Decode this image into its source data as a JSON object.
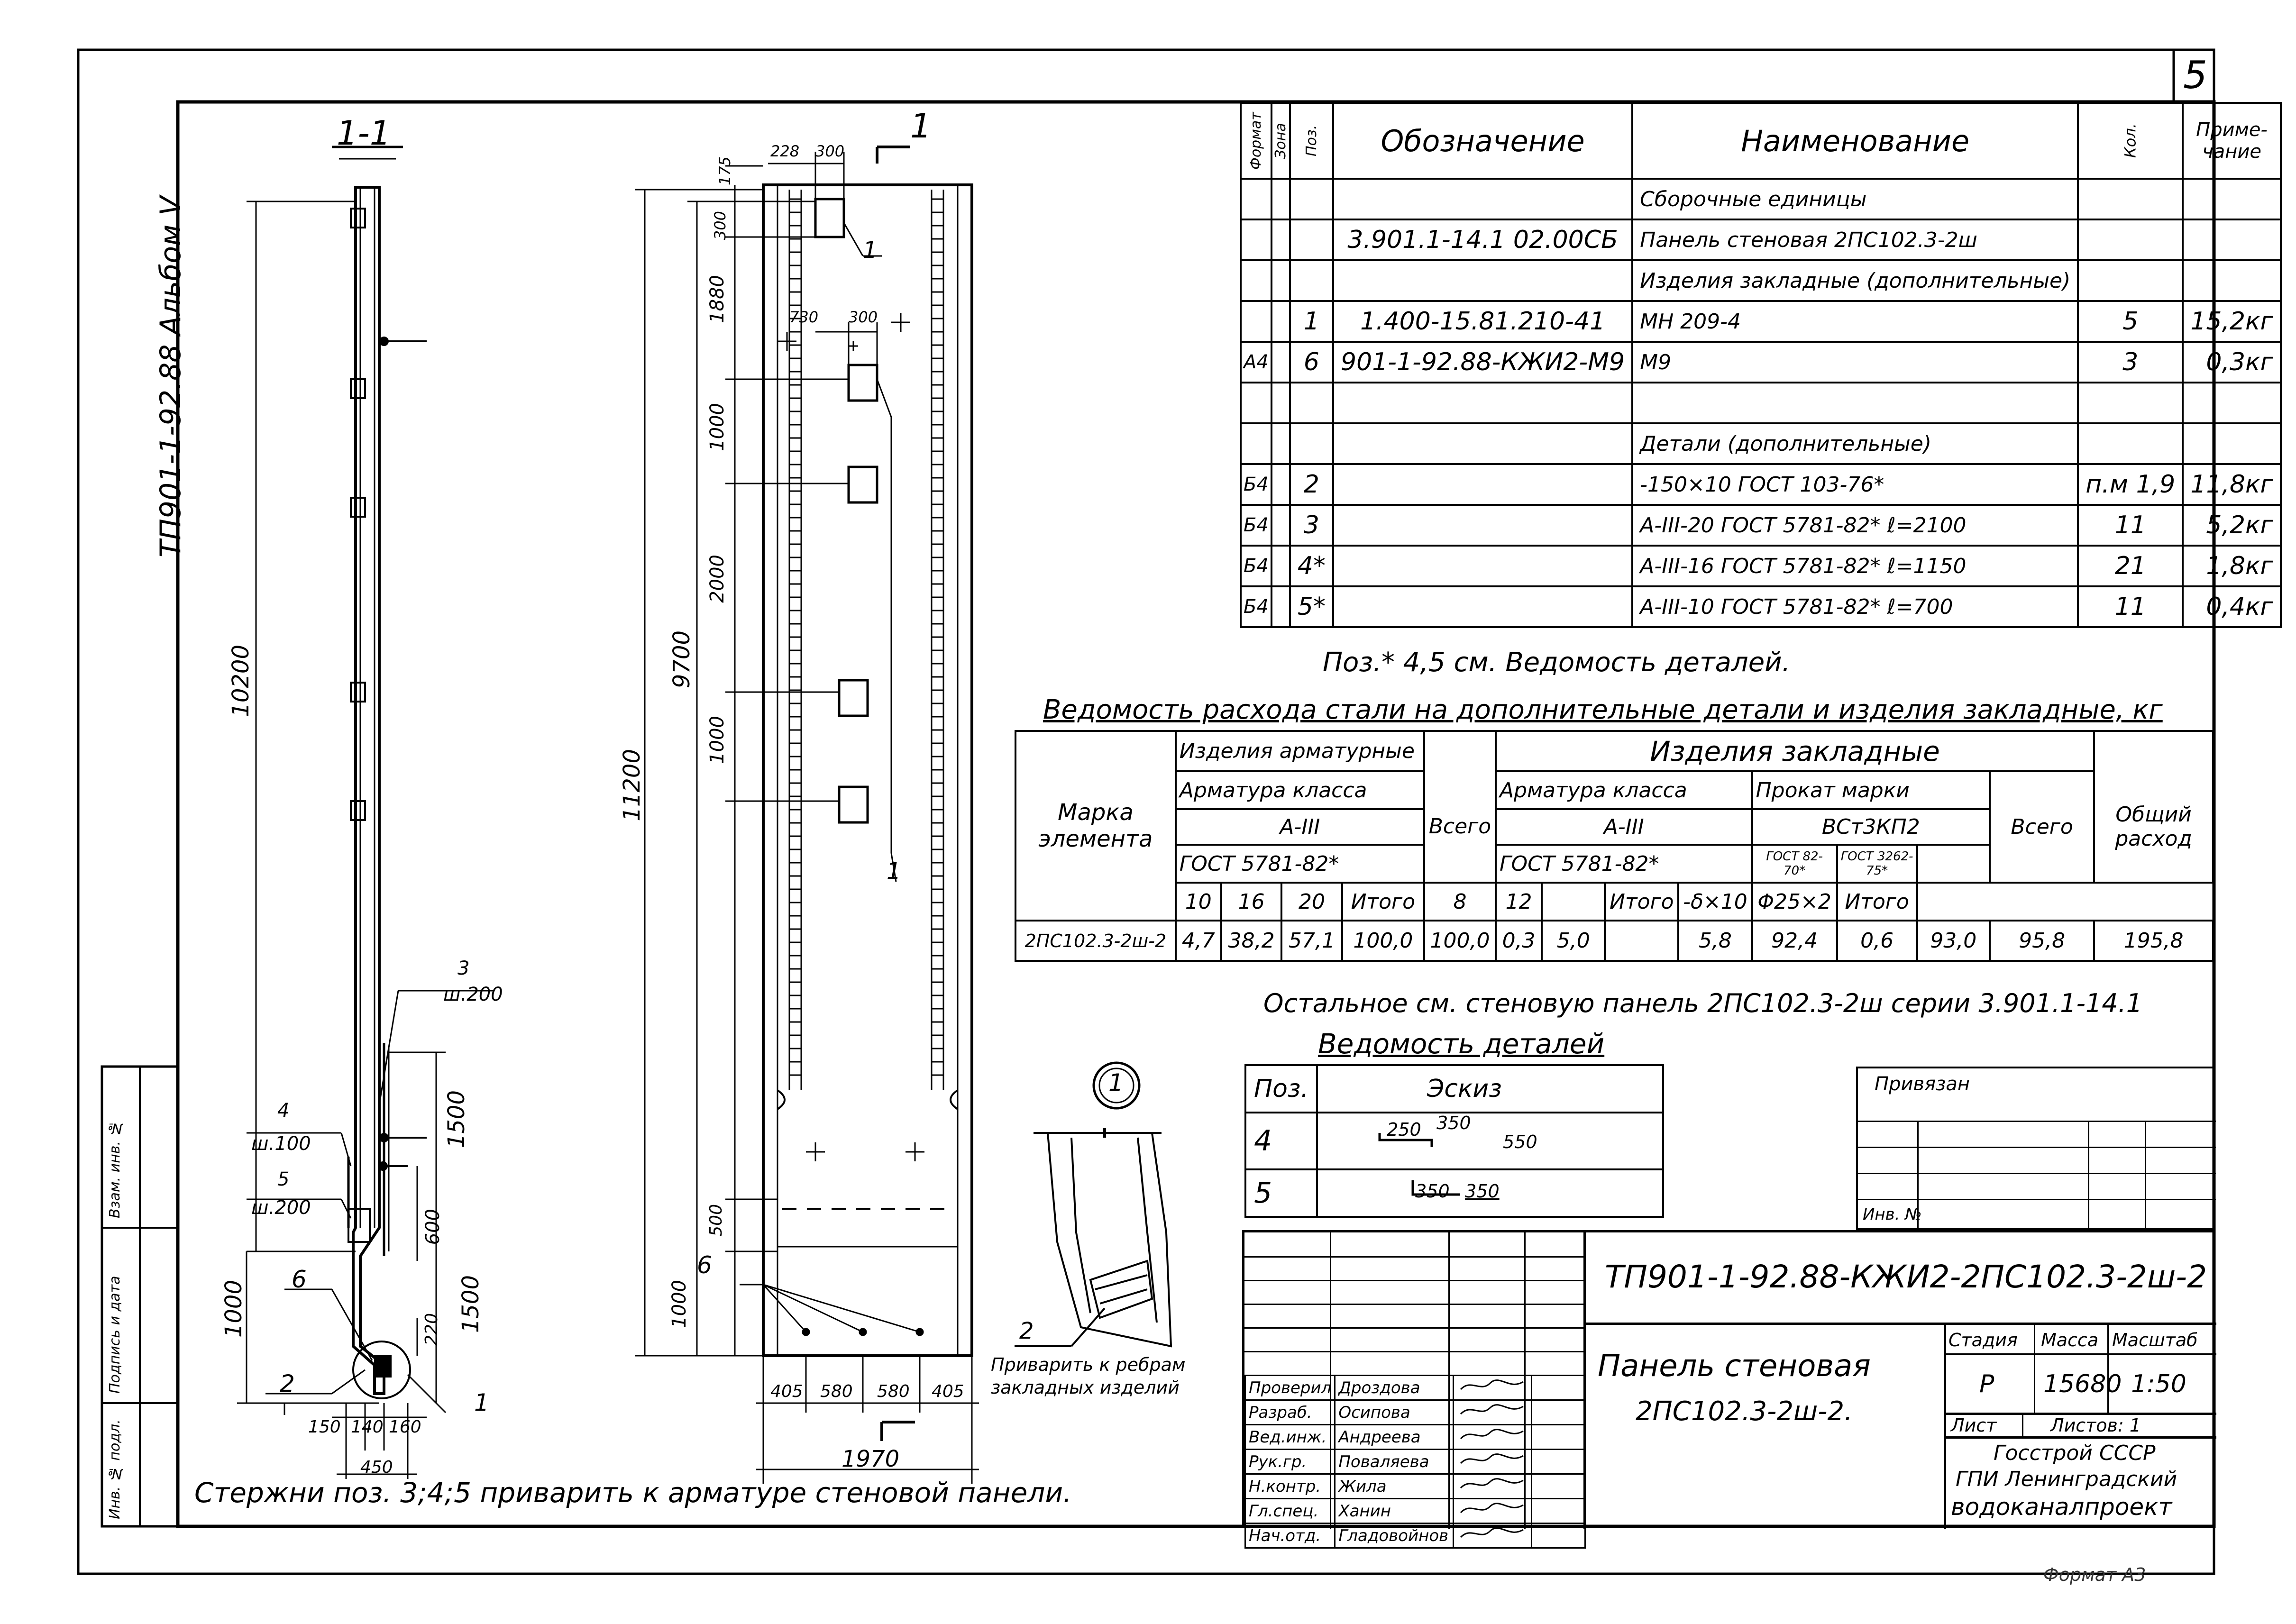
{
  "page_number": "5",
  "album_code": "ТП901-1-92.88 Альбом V",
  "section_label": "1-1",
  "callout": "1",
  "left_strip": [
    "Инв. № подл.",
    "Подпись и дата",
    "Взам. инв. №"
  ],
  "dimensions": {
    "section": [
      "10200",
      "1000",
      "1500",
      "600",
      "1500",
      "220",
      "150",
      "140",
      "160",
      "450"
    ],
    "section_marks": [
      {
        "pos": "3",
        "step": "ш.200"
      },
      {
        "pos": "4",
        "step": "ш.100"
      },
      {
        "pos": "5",
        "step": "ш.200"
      },
      {
        "pos": "6",
        "step": ""
      },
      {
        "pos": "2",
        "step": ""
      },
      {
        "pos": "1",
        "step": ""
      }
    ],
    "elevation": [
      "11200",
      "9700",
      "1880",
      "1000",
      "2000",
      "1000",
      "500",
      "1000",
      "175",
      "300",
      "228",
      "300",
      "730",
      "300",
      "405",
      "580",
      "580",
      "405",
      "1970"
    ],
    "elevation_marks": [
      "1",
      "1",
      "6",
      "1"
    ]
  },
  "node_note": "Приварить к ребрам закладных изделий",
  "node_mark": "2",
  "bottom_note": "Стержни поз. 3;4;5 приварить к арматуре стеновой панели.",
  "spec": {
    "headers": [
      "Формат",
      "Зона",
      "Поз.",
      "Обозначение",
      "Наименование",
      "Кол.",
      "Приме- чание"
    ],
    "rows": [
      [
        "",
        "",
        "",
        "",
        "Сборочные единицы",
        "",
        ""
      ],
      [
        "",
        "",
        "",
        "3.901.1-14.1 02.00СБ",
        "Панель стеновая 2ПС102.3-2ш",
        "",
        ""
      ],
      [
        "",
        "",
        "",
        "",
        "Изделия закладные (дополнительные)",
        "",
        ""
      ],
      [
        "",
        "",
        "1",
        "1.400-15.81.210-41",
        "МН 209-4",
        "5",
        "15,2кг"
      ],
      [
        "А4",
        "",
        "6",
        "901-1-92.88-КЖИ2-М9",
        "М9",
        "3",
        "0,3кг"
      ],
      [
        "",
        "",
        "",
        "",
        "",
        "",
        ""
      ],
      [
        "",
        "",
        "",
        "",
        "Детали (дополнительные)",
        "",
        ""
      ],
      [
        "Б4",
        "",
        "2",
        "",
        "-150×10 ГОСТ 103-76*",
        "п.м 1,9",
        "11,8кг"
      ],
      [
        "Б4",
        "",
        "3",
        "",
        "А-III-20 ГОСТ 5781-82* ℓ=2100",
        "11",
        "5,2кг"
      ],
      [
        "Б4",
        "",
        "4*",
        "",
        "А-III-16 ГОСТ 5781-82* ℓ=1150",
        "21",
        "1,8кг"
      ],
      [
        "Б4",
        "",
        "5*",
        "",
        "А-III-10 ГОСТ 5781-82* ℓ=700",
        "11",
        "0,4кг"
      ]
    ],
    "footnote": "Поз.* 4,5 см. Ведомость деталей."
  },
  "consumption": {
    "title": "Ведомость расхода стали на дополнительные детали и изделия закладные, кг",
    "h_mark": "Марка элемента",
    "h_arm_items": "Изделия арматурные",
    "h_emb_items": "Изделия закладные",
    "h_arm_class": "Арматура класса",
    "h_a3": "А-III",
    "h_gost": "ГОСТ 5781-82*",
    "h_rolled": "Прокат марки",
    "h_steel": "ВСт3КП2",
    "h_gost103": "ГОСТ 82-70*",
    "h_gost3262": "ГОСТ 3262-75*",
    "h_total": "Всего",
    "h_overall": "Общий расход",
    "subcols_arm": [
      "10",
      "16",
      "20",
      "Итого"
    ],
    "subcols_emb_arm": [
      "8",
      "12",
      "",
      "Итого"
    ],
    "subcols_rolled": [
      "-δ×10",
      "Φ25×2",
      "Итого"
    ],
    "row": [
      "2ПС102.3-2ш-2",
      "4,7",
      "38,2",
      "57,1",
      "100,0",
      "100,0",
      "0,3",
      "5,0",
      "",
      "5,8",
      "92,4",
      "0,6",
      "93,0",
      "95,8",
      "195,8"
    ]
  },
  "rest_note": "Остальное см. стеновую панель 2ПС102.3-2ш серии 3.901.1-14.1",
  "details": {
    "title": "Ведомость деталей",
    "headers": [
      "Поз.",
      "Эскиз"
    ],
    "rows": [
      {
        "pos": "4",
        "a": "250",
        "b": "350",
        "c": "550"
      },
      {
        "pos": "5",
        "a": "350",
        "b": "350",
        "c": ""
      }
    ]
  },
  "privyazan": {
    "label": "Привязан",
    "inv": "Инв. №"
  },
  "title_block": {
    "code": "ТП901-1-92.88-КЖИ2-2ПС102.3-2ш-2",
    "name_line1": "Панель стеновая",
    "name_line2": "2ПС102.3-2ш-2.",
    "stage_label": "Стадия",
    "mass_label": "Масса",
    "scale_label": "Масштаб",
    "stage": "Р",
    "mass": "15680",
    "scale": "1:50",
    "sheet_label": "Лист",
    "sheets_label": "Листов: 1",
    "org1": "Госстрой СССР",
    "org2": "ГПИ Ленинградский",
    "org3": "водоканалпроект",
    "people": [
      [
        "Проверил",
        "Дроздова"
      ],
      [
        "Разраб.",
        "Осипова"
      ],
      [
        "Вед.инж.",
        "Андреева"
      ],
      [
        "Рук.гр.",
        "Поваляева"
      ],
      [
        "Н.контр.",
        "Жила"
      ],
      [
        "Гл.спец.",
        "Ханин"
      ],
      [
        "Нач.отд.",
        "Гладовойнов"
      ]
    ]
  },
  "bottom_right": "Формат А3"
}
